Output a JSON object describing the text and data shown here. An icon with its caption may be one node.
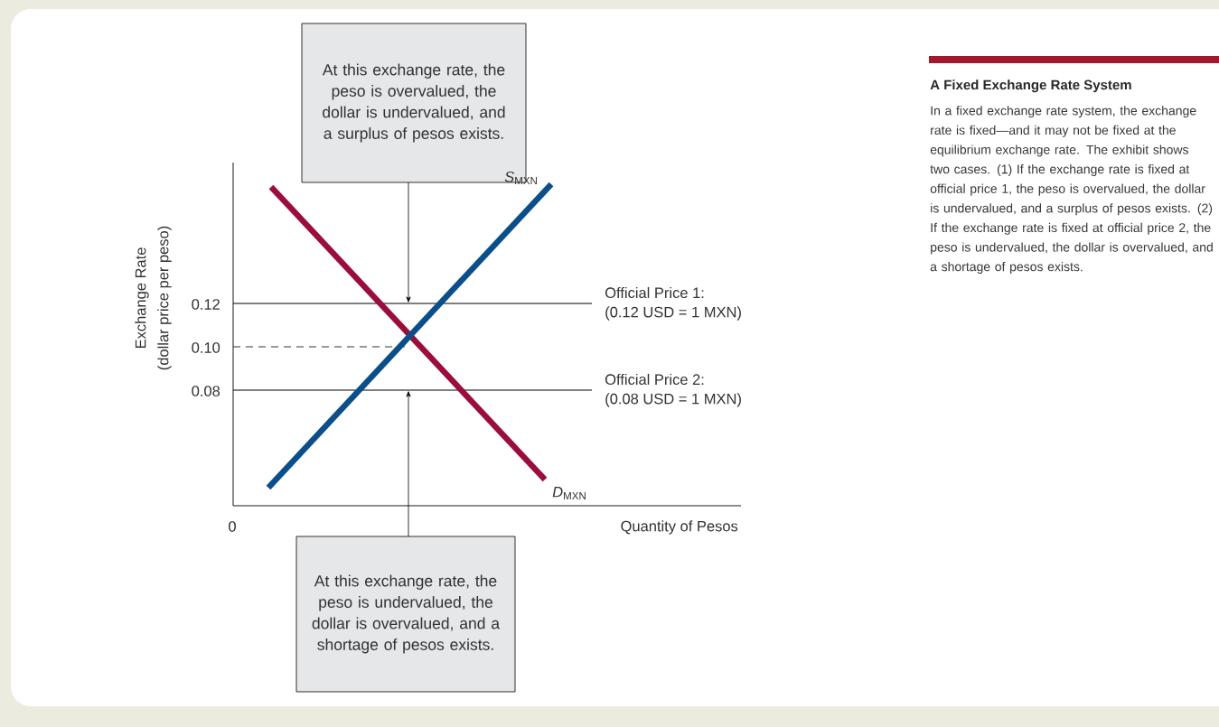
{
  "diagram": {
    "title": "A Fixed Exchange Rate System",
    "caption": "In a fixed exchange rate system, the exchange rate is fixed—and it may not be fixed at the equilibrium exchange rate. The exhibit shows two cases. (1) If the exchange rate is fixed at official price 1, the peso is overvalued, the dollar is undervalued, and a surplus of pesos exists. (2) If the exchange rate is fixed at official price 2, the peso is undervalued, the dollar is overvalued, and a shortage of pesos exists.",
    "nodes": [
      {
        "text": [
          "At this exchange rate, the peso is overvalued, the dollar is undervalued, and a surplus of pesos exists."
        ]
      },
      {
        "text": [
          "At this exchange rate, the peso is undervalued, the dollar is overvalued, and a shortage of pesos exists."
        ]
      },
      {
        "text": [],
        "shape": "line",
        "beside": [
          "Official Price 1:",
          "(0.12 USD = 1 MXN)"
        ]
      },
      {
        "text": [],
        "shape": "line",
        "beside": [
          "Official Price 2:",
          "(0.08 USD = 1 MXN)"
        ]
      }
    ],
    "edges": [
      {
        "from": 0,
        "to": 2,
        "arrow": "to"
      },
      {
        "from": 1,
        "to": 3,
        "arrow": "to"
      }
    ],
    "labels": [
      "Exchange Rate",
      "(dollar price per peso)",
      "0.12",
      "0.10",
      "0.08",
      "0",
      "*S*$_{MXN}$",
      "*D*$_{MXN}$",
      "Quantity of Pesos"
    ]
  }
}
